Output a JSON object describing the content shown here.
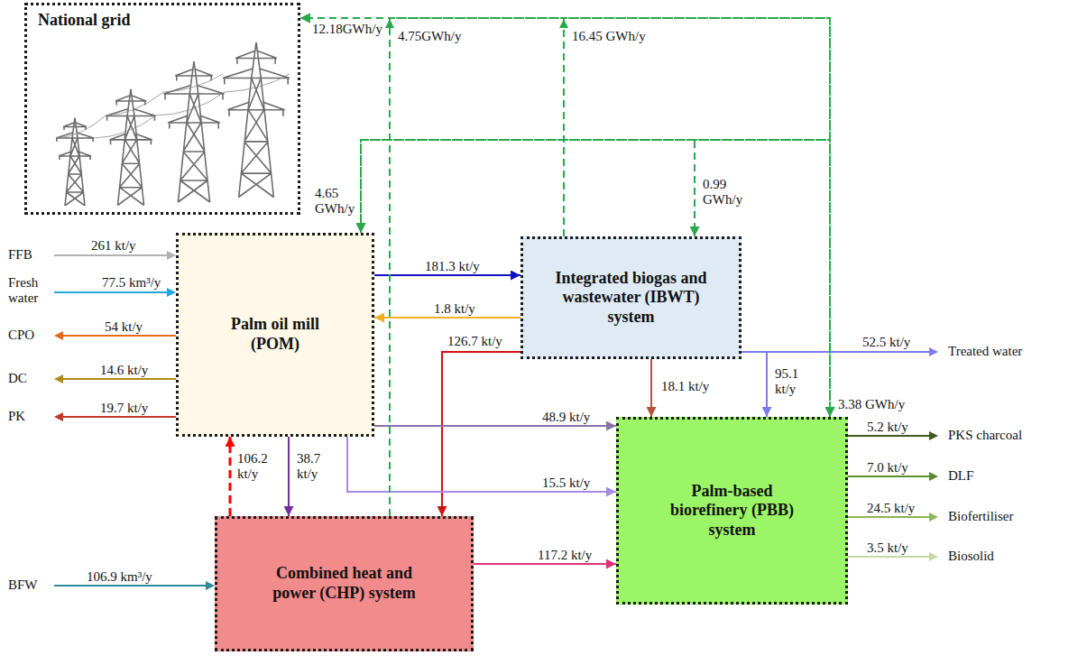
{
  "diagram": {
    "nodes": [
      {
        "text": [
          "National grid"
        ]
      },
      {
        "text": [
          "Palm oil mill (POM)"
        ]
      },
      {
        "text": [
          "Integrated biogas and wastewater (IBWT) system"
        ]
      },
      {
        "text": [
          "Palm-based biorefinery (PBB) system"
        ]
      },
      {
        "text": [
          "Combined heat and power (CHP) system"
        ]
      }
    ],
    "edges": [
      {
        "from": 1,
        "to": 2,
        "label": "181.3 kt/y",
        "arrow": "to"
      },
      {
        "from": 2,
        "to": 1,
        "label": "1.8 kt/y",
        "arrow": "to"
      },
      {
        "from": 2,
        "to": 4,
        "label": "126.7 kt/y",
        "arrow": "to"
      },
      {
        "from": 2,
        "to": 3,
        "label": "18.1 kt/y",
        "arrow": "to"
      },
      {
        "from": 2,
        "to": 3,
        "label": "95.1 kt/y",
        "arrow": "to"
      },
      {
        "from": 1,
        "to": 3,
        "label": "48.9 kt/y",
        "arrow": "to"
      },
      {
        "from": 1,
        "to": 3,
        "label": "15.5 kt/y",
        "arrow": "to"
      },
      {
        "from": 1,
        "to": 4,
        "label": "38.7 kt/y",
        "arrow": "to"
      },
      {
        "from": 4,
        "to": 1,
        "label": "106.2 kt/y",
        "arrow": "to"
      },
      {
        "from": 4,
        "to": 3,
        "label": "117.2 kt/y",
        "arrow": "to"
      },
      {
        "from": 4,
        "to": 0,
        "arrow": "to"
      },
      {
        "from": 2,
        "to": 0,
        "arrow": "to"
      },
      {
        "from": 4,
        "to": 1,
        "arrow": "to"
      },
      {
        "from": 4,
        "to": 2,
        "arrow": "to"
      },
      {
        "from": 4,
        "to": 3,
        "arrow": "to"
      },
      {
        "from": 2,
        "to": 1,
        "arrow": "to"
      },
      {
        "from": 2,
        "to": 3,
        "arrow": "to"
      }
    ],
    "labels": [
      "FFB",
      "261 kt/y",
      "Fresh water",
      "77.5 km³/y",
      "CPO",
      "54 kt/y",
      "DC",
      "14.6 kt/y",
      "PK",
      "19.7 kt/y",
      "BFW",
      "106.9 km³/y",
      "12.18GWh/y",
      "4.75GWh/y",
      "16.45 GWh/y",
      "4.65 GWh/y",
      "0.99 GWh/y",
      "3.38 GWh/y",
      "52.5 kt/y",
      "Treated water",
      "5.2 kt/y",
      "PKS charcoal",
      "7.0 kt/y",
      "DLF",
      "24.5 kt/y",
      "Biofertiliser",
      "3.5 kt/y",
      "Biosolid"
    ]
  }
}
